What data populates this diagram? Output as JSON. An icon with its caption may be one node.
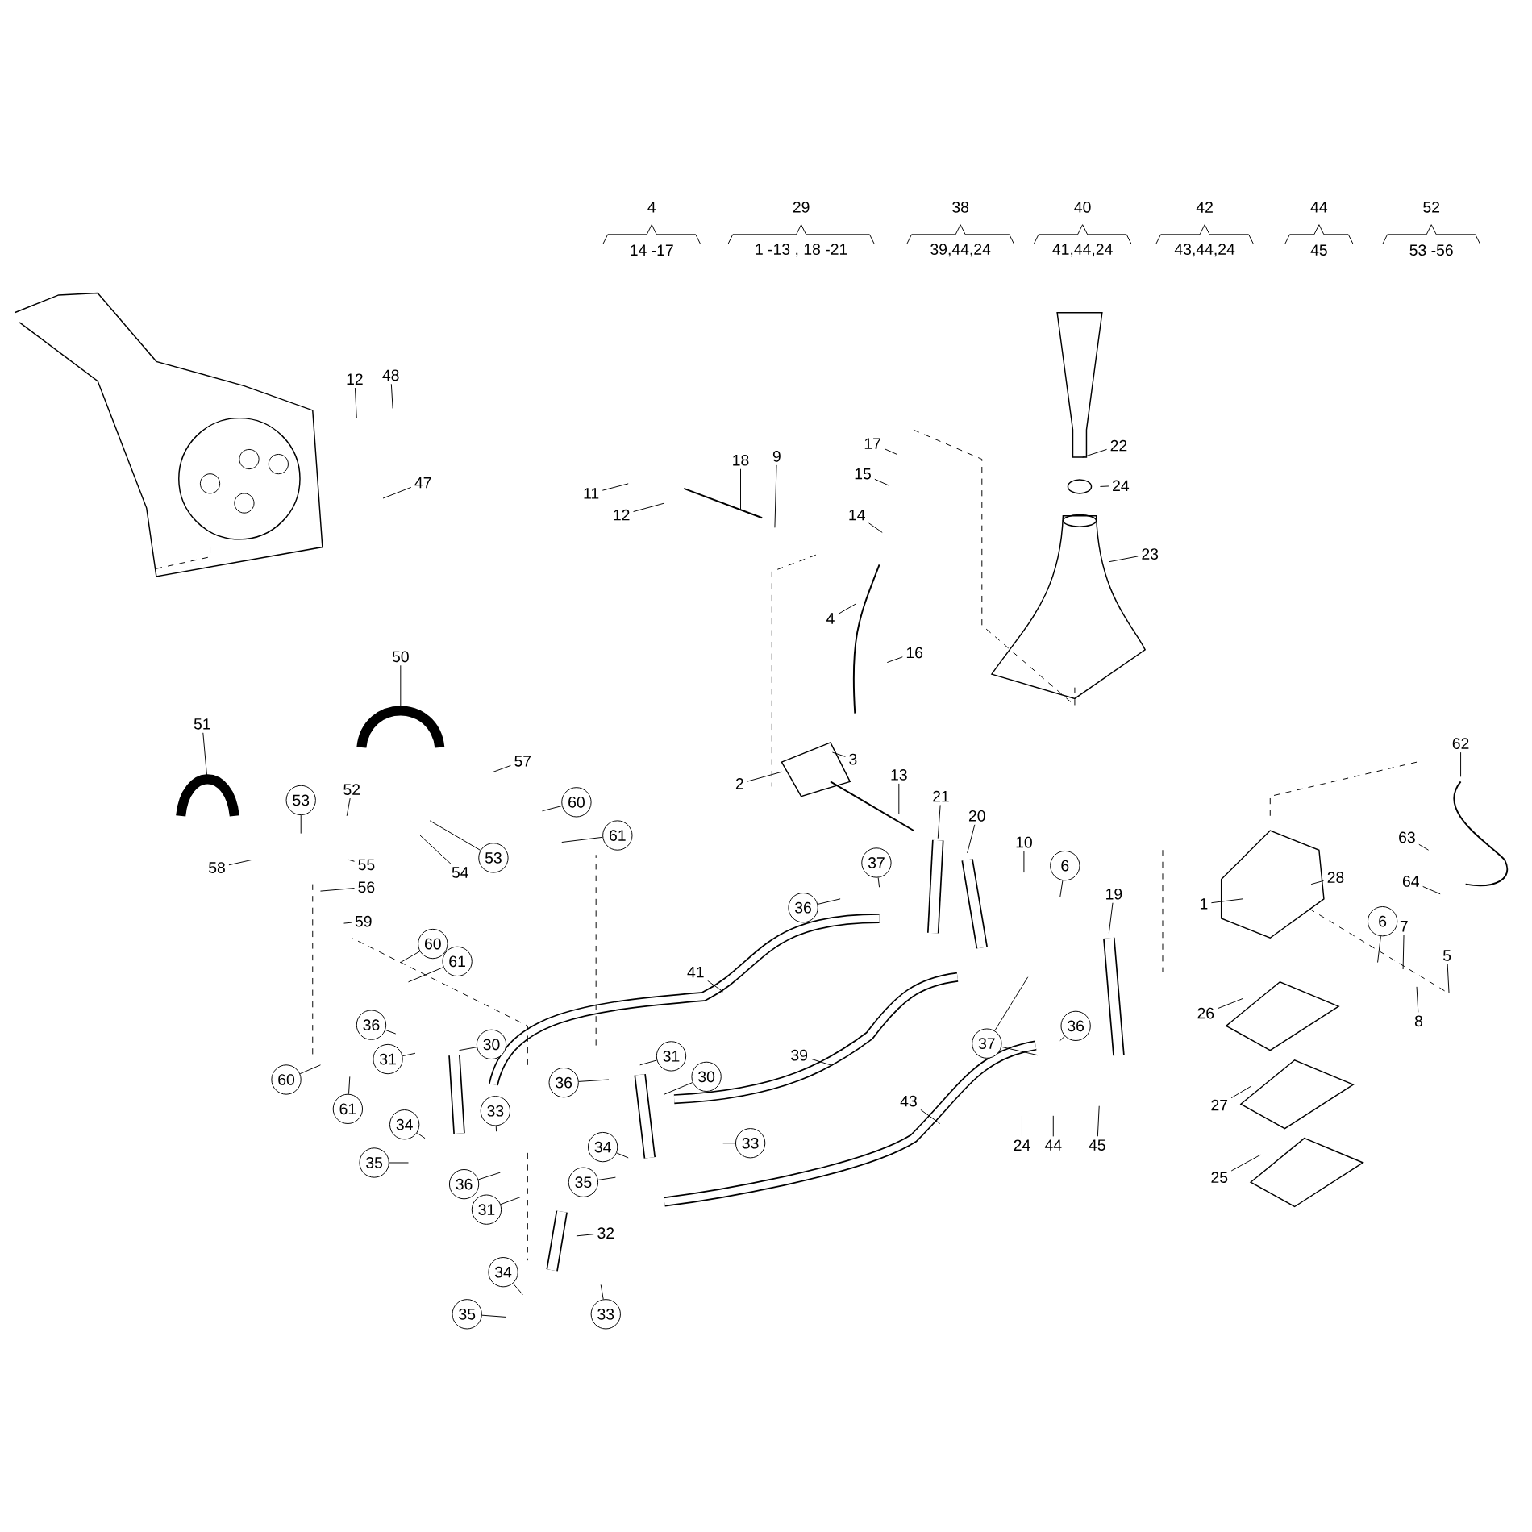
{
  "diagram": {
    "nodes": [
      {
        "text": [
          "12"
        ]
      },
      {
        "text": [
          "48"
        ]
      },
      {
        "text": [
          "47"
        ]
      },
      {
        "text": [
          "11"
        ]
      },
      {
        "text": [
          "12"
        ]
      },
      {
        "text": [
          "18"
        ]
      },
      {
        "text": [
          "9"
        ]
      },
      {
        "text": [
          "17"
        ]
      },
      {
        "text": [
          "15"
        ]
      },
      {
        "text": [
          "14"
        ]
      },
      {
        "text": [
          "22"
        ]
      },
      {
        "text": [
          "24"
        ]
      },
      {
        "text": [
          "23"
        ]
      },
      {
        "text": [
          "4"
        ]
      },
      {
        "text": [
          "16"
        ]
      },
      {
        "text": [
          "50"
        ]
      },
      {
        "text": [
          "51"
        ]
      },
      {
        "text": [
          "3"
        ]
      },
      {
        "text": [
          "62"
        ]
      },
      {
        "text": [
          "2"
        ]
      },
      {
        "text": [
          "13"
        ]
      },
      {
        "text": [
          "21"
        ]
      },
      {
        "text": [
          "57"
        ]
      },
      {
        "text": [
          "52"
        ]
      },
      {
        "text": [
          "53"
        ]
      },
      {
        "text": [
          "20"
        ]
      },
      {
        "text": [
          "60"
        ]
      },
      {
        "text": [
          "10"
        ]
      },
      {
        "text": [
          "63"
        ]
      },
      {
        "text": [
          "61"
        ]
      },
      {
        "text": [
          "53"
        ]
      },
      {
        "text": [
          "37"
        ]
      },
      {
        "text": [
          "6"
        ]
      },
      {
        "text": [
          "55"
        ]
      },
      {
        "text": [
          "58"
        ]
      },
      {
        "text": [
          "54"
        ]
      },
      {
        "text": [
          "28"
        ]
      },
      {
        "text": [
          "64"
        ]
      },
      {
        "text": [
          "56"
        ]
      },
      {
        "text": [
          "19"
        ]
      },
      {
        "text": [
          "1"
        ]
      },
      {
        "text": [
          "36"
        ]
      },
      {
        "text": [
          "59"
        ]
      },
      {
        "text": [
          "6"
        ]
      },
      {
        "text": [
          "7"
        ]
      },
      {
        "text": [
          "60"
        ]
      },
      {
        "text": [
          "5"
        ]
      },
      {
        "text": [
          "61"
        ]
      },
      {
        "text": [
          "41"
        ]
      },
      {
        "text": [
          "26"
        ]
      },
      {
        "text": [
          "8"
        ]
      },
      {
        "text": [
          "36"
        ]
      },
      {
        "text": [
          "36"
        ]
      },
      {
        "text": [
          "37"
        ]
      },
      {
        "text": [
          "30"
        ]
      },
      {
        "text": [
          "39"
        ]
      },
      {
        "text": [
          "31"
        ]
      },
      {
        "text": [
          "31"
        ]
      },
      {
        "text": [
          "60"
        ]
      },
      {
        "text": [
          "30"
        ]
      },
      {
        "text": [
          "36"
        ]
      },
      {
        "text": [
          "43"
        ]
      },
      {
        "text": [
          "27"
        ]
      },
      {
        "text": [
          "61"
        ]
      },
      {
        "text": [
          "33"
        ]
      },
      {
        "text": [
          "34"
        ]
      },
      {
        "text": [
          "33"
        ]
      },
      {
        "text": [
          "24"
        ]
      },
      {
        "text": [
          "44"
        ]
      },
      {
        "text": [
          "45"
        ]
      },
      {
        "text": [
          "34"
        ]
      },
      {
        "text": [
          "35"
        ]
      },
      {
        "text": [
          "25"
        ]
      },
      {
        "text": [
          "35"
        ]
      },
      {
        "text": [
          "36"
        ]
      },
      {
        "text": [
          "31"
        ]
      },
      {
        "text": [
          "32"
        ]
      },
      {
        "text": [
          "34"
        ]
      },
      {
        "text": [
          "33"
        ]
      },
      {
        "text": [
          "35"
        ]
      }
    ],
    "edges": [
      {
        "from": 0,
        "to": null,
        "arrow": "none"
      },
      {
        "from": 1,
        "to": null,
        "arrow": "none"
      },
      {
        "from": 2,
        "to": null,
        "arrow": "none"
      },
      {
        "from": 3,
        "to": null,
        "arrow": "none"
      },
      {
        "from": 4,
        "to": null,
        "arrow": "none"
      },
      {
        "from": 5,
        "to": null,
        "arrow": "none"
      },
      {
        "from": 6,
        "to": null,
        "arrow": "none"
      },
      {
        "from": 7,
        "to": null,
        "arrow": "none"
      },
      {
        "from": 8,
        "to": null,
        "arrow": "none"
      },
      {
        "from": 9,
        "to": null,
        "arrow": "none"
      },
      {
        "from": 10,
        "to": null,
        "arrow": "none"
      },
      {
        "from": 11,
        "to": null,
        "arrow": "none"
      },
      {
        "from": 12,
        "to": null,
        "arrow": "none"
      },
      {
        "from": 13,
        "to": null,
        "arrow": "none"
      },
      {
        "from": 14,
        "to": null,
        "arrow": "none"
      },
      {
        "from": 15,
        "to": null,
        "arrow": "none"
      },
      {
        "from": 16,
        "to": null,
        "arrow": "none"
      },
      {
        "from": 17,
        "to": null,
        "arrow": "none"
      },
      {
        "from": 18,
        "to": null,
        "arrow": "none"
      },
      {
        "from": 19,
        "to": null,
        "arrow": "none"
      },
      {
        "from": 20,
        "to": null,
        "arrow": "none"
      },
      {
        "from": 21,
        "to": null,
        "arrow": "none"
      },
      {
        "from": 22,
        "to": null,
        "arrow": "none"
      },
      {
        "from": 23,
        "to": null,
        "arrow": "none"
      },
      {
        "from": 24,
        "to": null,
        "arrow": "none"
      },
      {
        "from": 25,
        "to": null,
        "arrow": "none"
      },
      {
        "from": 26,
        "to": null,
        "arrow": "none"
      },
      {
        "from": 27,
        "to": null,
        "arrow": "none"
      },
      {
        "from": 28,
        "to": null,
        "arrow": "none"
      },
      {
        "from": 29,
        "to": null,
        "arrow": "none"
      },
      {
        "from": 30,
        "to": null,
        "arrow": "none"
      },
      {
        "from": 31,
        "to": null,
        "arrow": "none"
      },
      {
        "from": 32,
        "to": null,
        "arrow": "none"
      },
      {
        "from": 33,
        "to": null,
        "arrow": "none"
      },
      {
        "from": 34,
        "to": null,
        "arrow": "none"
      },
      {
        "from": 35,
        "to": null,
        "arrow": "none"
      },
      {
        "from": 36,
        "to": null,
        "arrow": "none"
      },
      {
        "from": 37,
        "to": null,
        "arrow": "none"
      },
      {
        "from": 38,
        "to": null,
        "arrow": "none"
      },
      {
        "from": 39,
        "to": null,
        "arrow": "none"
      },
      {
        "from": 40,
        "to": null,
        "arrow": "none"
      },
      {
        "from": 41,
        "to": null,
        "arrow": "none"
      },
      {
        "from": 42,
        "to": null,
        "arrow": "none"
      },
      {
        "from": 43,
        "to": null,
        "arrow": "none"
      },
      {
        "from": 44,
        "to": null,
        "arrow": "none"
      },
      {
        "from": 45,
        "to": null,
        "arrow": "none"
      },
      {
        "from": 46,
        "to": null,
        "arrow": "none"
      },
      {
        "from": 47,
        "to": null,
        "arrow": "none"
      },
      {
        "from": 48,
        "to": null,
        "arrow": "none"
      },
      {
        "from": 49,
        "to": null,
        "arrow": "none"
      },
      {
        "from": 50,
        "to": null,
        "arrow": "none"
      },
      {
        "from": 51,
        "to": null,
        "arrow": "none"
      },
      {
        "from": 52,
        "to": null,
        "arrow": "none"
      },
      {
        "from": 53,
        "to": null,
        "arrow": "none"
      },
      {
        "from": 54,
        "to": null,
        "arrow": "none"
      },
      {
        "from": 55,
        "to": null,
        "arrow": "none"
      },
      {
        "from": 56,
        "to": null,
        "arrow": "none"
      },
      {
        "from": 57,
        "to": null,
        "arrow": "none"
      },
      {
        "from": 58,
        "to": null,
        "arrow": "none"
      },
      {
        "from": 59,
        "to": null,
        "arrow": "none"
      },
      {
        "from": 60,
        "to": null,
        "arrow": "none"
      },
      {
        "from": 61,
        "to": null,
        "arrow": "none"
      },
      {
        "from": 62,
        "to": null,
        "arrow": "none"
      },
      {
        "from": 63,
        "to": null,
        "arrow": "none"
      },
      {
        "from": 64,
        "to": null,
        "arrow": "none"
      },
      {
        "from": 65,
        "to": null,
        "arrow": "none"
      },
      {
        "from": 66,
        "to": null,
        "arrow": "none"
      },
      {
        "from": 67,
        "to": null,
        "arrow": "none"
      },
      {
        "from": 68,
        "to": null,
        "arrow": "none"
      },
      {
        "from": 69,
        "to": null,
        "arrow": "none"
      },
      {
        "from": 70,
        "to": null,
        "arrow": "none"
      },
      {
        "from": 71,
        "to": null,
        "arrow": "none"
      },
      {
        "from": 72,
        "to": null,
        "arrow": "none"
      },
      {
        "from": 73,
        "to": null,
        "arrow": "none"
      },
      {
        "from": 74,
        "to": null,
        "arrow": "none"
      },
      {
        "from": 75,
        "to": null,
        "arrow": "none"
      },
      {
        "from": 76,
        "to": null,
        "arrow": "none"
      },
      {
        "from": 77,
        "to": null,
        "arrow": "none"
      },
      {
        "from": 78,
        "to": null,
        "arrow": "none"
      },
      {
        "from": 79,
        "to": null,
        "arrow": "none"
      },
      {
        "from": 53,
        "to": null,
        "arrow": "none"
      }
    ],
    "labels": [
      "4",
      "14 -17",
      "29",
      "1 -13 , 18 -21",
      "38",
      "39,44,24",
      "40",
      "41,44,24",
      "42",
      "43,44,24",
      "44",
      "45",
      "52",
      "53 -56"
    ]
  }
}
